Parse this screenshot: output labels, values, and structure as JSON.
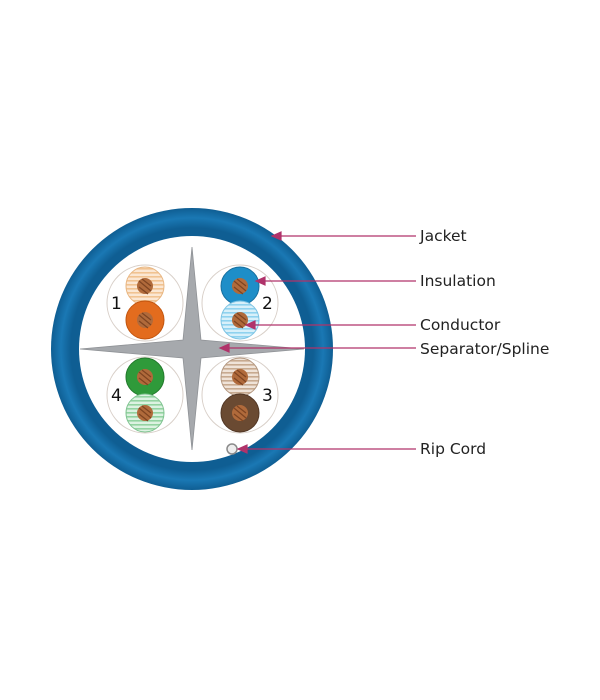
{
  "colors": {
    "jacket": "#1a78b4",
    "jacket_dark": "#0f5e93",
    "separator": "#a6a9ad",
    "leader": "#b0336a",
    "copper": "#b06a3b",
    "pair_ring": "#d8cfc8"
  },
  "pairs": [
    {
      "number": "1",
      "solid_color": "#e36c1e",
      "striped_color": "#f1c391"
    },
    {
      "number": "2",
      "solid_color": "#1e8ec8",
      "striped_color": "#8fd2ef"
    },
    {
      "number": "3",
      "solid_color": "#6a4a32",
      "striped_color": "#c7aa90"
    },
    {
      "number": "4",
      "solid_color": "#2f9a3a",
      "striped_color": "#93d3a1"
    }
  ],
  "labels": {
    "jacket": "Jacket",
    "insulation": "Insulation",
    "conductor": "Conductor",
    "separator": "Separator/Spline",
    "rip_cord": "Rip Cord"
  }
}
